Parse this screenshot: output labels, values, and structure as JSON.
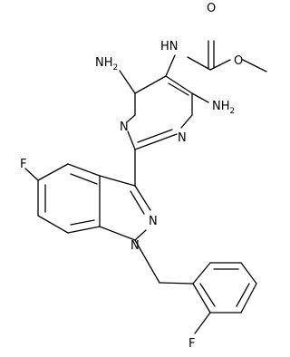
{
  "molecule": {
    "labels": {
      "nh_carbamate": "HN",
      "carbonyl_oxygen": "O",
      "ester_oxygen": "O",
      "amine_left": "NH",
      "amine_left_subscript": "2",
      "amine_right": "NH",
      "amine_right_subscript": "2",
      "pyrimidine_n_left": "N",
      "pyrimidine_n_right": "N",
      "fluorine_indazole": "F",
      "indazole_n2": "N",
      "indazole_n1": "N",
      "fluorine_benzyl": "F"
    }
  }
}
